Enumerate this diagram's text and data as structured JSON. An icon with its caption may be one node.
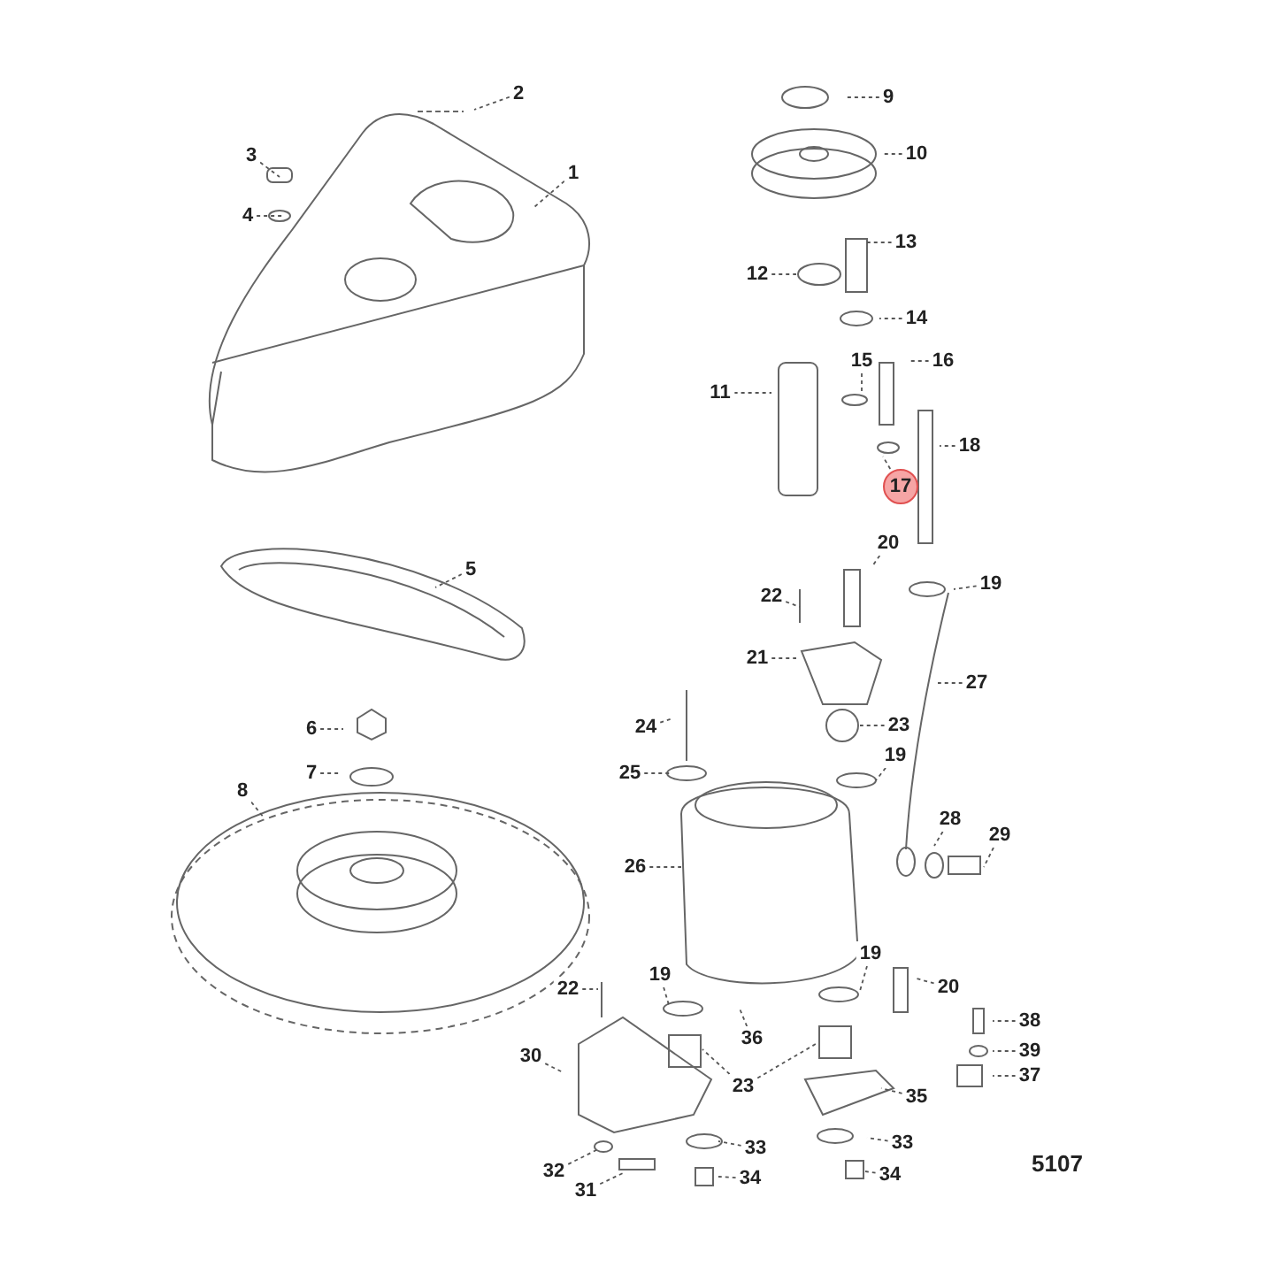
{
  "diagram": {
    "nodes": [
      {
        "text": [
          "1"
        ]
      },
      {
        "text": [
          "2"
        ]
      },
      {
        "text": [
          "3"
        ]
      },
      {
        "text": [
          "4"
        ]
      },
      {
        "text": [
          "5"
        ]
      },
      {
        "text": [
          "6"
        ]
      },
      {
        "text": [
          "7"
        ]
      },
      {
        "text": [
          "8"
        ]
      },
      {
        "text": [
          "9"
        ]
      },
      {
        "text": [
          "10"
        ]
      },
      {
        "text": [
          "13"
        ]
      },
      {
        "text": [
          "12"
        ]
      },
      {
        "text": [
          "14"
        ]
      },
      {
        "text": [
          "11"
        ]
      },
      {
        "text": [
          "15"
        ]
      },
      {
        "text": [
          "16"
        ]
      },
      {
        "text": [
          "17"
        ]
      },
      {
        "text": [
          "18"
        ]
      },
      {
        "text": [
          "20"
        ]
      },
      {
        "text": [
          "22"
        ]
      },
      {
        "text": [
          "19"
        ]
      },
      {
        "text": [
          "21"
        ]
      },
      {
        "text": [
          "23"
        ]
      },
      {
        "text": [
          "27"
        ]
      },
      {
        "text": [
          "24"
        ]
      },
      {
        "text": [
          "25"
        ]
      },
      {
        "text": [
          "19"
        ]
      },
      {
        "text": [
          "26"
        ]
      },
      {
        "text": [
          "28"
        ]
      },
      {
        "text": [
          "29"
        ]
      },
      {
        "text": [
          "22"
        ]
      },
      {
        "text": [
          "19"
        ]
      },
      {
        "text": [
          "36"
        ]
      },
      {
        "text": [
          "19"
        ]
      },
      {
        "text": [
          "20"
        ]
      },
      {
        "text": [
          "38"
        ]
      },
      {
        "text": [
          "39"
        ]
      },
      {
        "text": [
          "37"
        ]
      },
      {
        "text": [
          "30"
        ]
      },
      {
        "text": [
          "23"
        ]
      },
      {
        "text": [
          "35"
        ]
      },
      {
        "text": [
          "33"
        ]
      },
      {
        "text": [
          "33"
        ]
      },
      {
        "text": [
          "32"
        ]
      },
      {
        "text": [
          "31"
        ]
      },
      {
        "text": [
          "34"
        ]
      },
      {
        "text": [
          "34"
        ]
      }
    ],
    "edges": [
      {
        "from": 0,
        "to": null,
        "arrow": "none"
      },
      {
        "from": 1,
        "to": null,
        "arrow": "none"
      },
      {
        "from": 2,
        "to": null,
        "arrow": "none"
      },
      {
        "from": 3,
        "to": null,
        "arrow": "none"
      },
      {
        "from": 4,
        "to": null,
        "arrow": "none"
      },
      {
        "from": 5,
        "to": null,
        "arrow": "none"
      },
      {
        "from": 6,
        "to": null,
        "arrow": "none"
      },
      {
        "from": 7,
        "to": null,
        "arrow": "none"
      },
      {
        "from": 8,
        "to": null,
        "arrow": "none"
      },
      {
        "from": 9,
        "to": null,
        "arrow": "none"
      },
      {
        "from": 10,
        "to": null,
        "arrow": "none"
      },
      {
        "from": 11,
        "to": null,
        "arrow": "none"
      },
      {
        "from": 12,
        "to": null,
        "arrow": "none"
      },
      {
        "from": 13,
        "to": null,
        "arrow": "none"
      },
      {
        "from": 14,
        "to": null,
        "arrow": "none"
      },
      {
        "from": 15,
        "to": null,
        "arrow": "none"
      },
      {
        "from": 16,
        "to": null,
        "arrow": "none"
      },
      {
        "from": 17,
        "to": null,
        "arrow": "none"
      },
      {
        "from": 18,
        "to": null,
        "arrow": "none"
      },
      {
        "from": 19,
        "to": null,
        "arrow": "none"
      },
      {
        "from": 20,
        "to": null,
        "arrow": "none"
      },
      {
        "from": 21,
        "to": null,
        "arrow": "none"
      },
      {
        "from": 22,
        "to": null,
        "arrow": "none"
      },
      {
        "from": 23,
        "to": null,
        "arrow": "none"
      },
      {
        "from": 24,
        "to": null,
        "arrow": "none"
      },
      {
        "from": 25,
        "to": null,
        "arrow": "none"
      },
      {
        "from": 26,
        "to": null,
        "arrow": "none"
      },
      {
        "from": 27,
        "to": null,
        "arrow": "none"
      },
      {
        "from": 28,
        "to": null,
        "arrow": "none"
      },
      {
        "from": 29,
        "to": null,
        "arrow": "none"
      },
      {
        "from": 30,
        "to": null,
        "arrow": "none"
      },
      {
        "from": 31,
        "to": null,
        "arrow": "none"
      },
      {
        "from": 32,
        "to": null,
        "arrow": "none"
      },
      {
        "from": 33,
        "to": null,
        "arrow": "none"
      },
      {
        "from": 34,
        "to": null,
        "arrow": "none"
      },
      {
        "from": 35,
        "to": null,
        "arrow": "none"
      },
      {
        "from": 36,
        "to": null,
        "arrow": "none"
      },
      {
        "from": 37,
        "to": null,
        "arrow": "none"
      },
      {
        "from": 38,
        "to": null,
        "arrow": "none"
      },
      {
        "from": 39,
        "to": null,
        "arrow": "none"
      },
      {
        "from": 39,
        "to": null,
        "arrow": "none"
      },
      {
        "from": 40,
        "to": null,
        "arrow": "none"
      },
      {
        "from": 41,
        "to": null,
        "arrow": "none"
      },
      {
        "from": 42,
        "to": null,
        "arrow": "none"
      },
      {
        "from": 43,
        "to": null,
        "arrow": "none"
      },
      {
        "from": 44,
        "to": null,
        "arrow": "none"
      },
      {
        "from": 45,
        "to": null,
        "arrow": "none"
      },
      {
        "from": 46,
        "to": null,
        "arrow": "none"
      }
    ],
    "labels": [
      "5107"
    ]
  }
}
